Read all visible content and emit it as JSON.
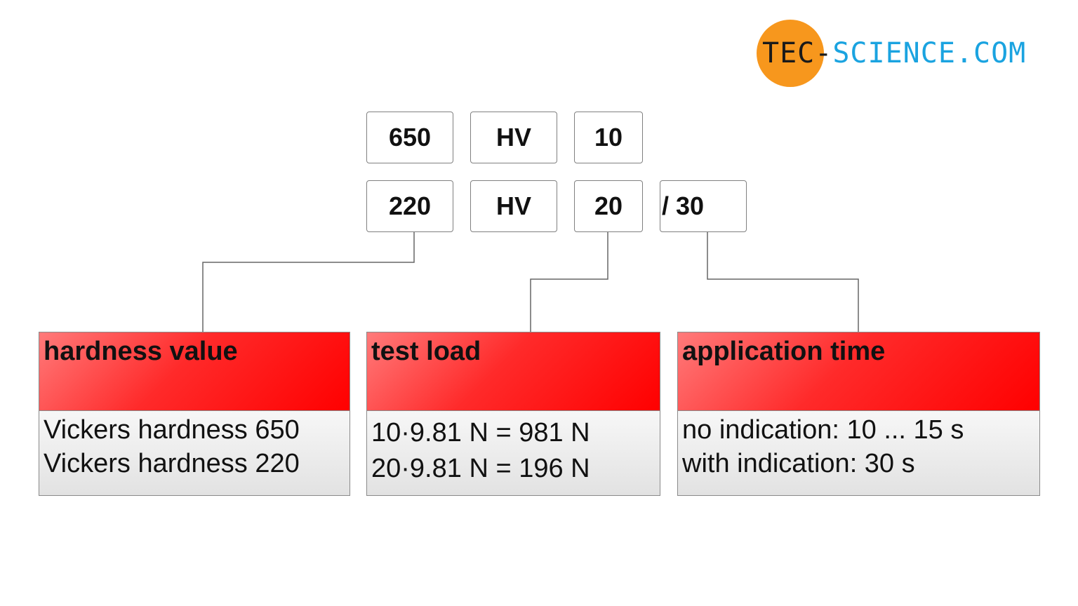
{
  "logo": {
    "part1": "TEC-",
    "part2": "SCIENCE.COM",
    "colors": {
      "circle": "#f7971d",
      "text_dark": "#1a1a1a",
      "text_blue": "#1aa3e0"
    }
  },
  "examples": [
    {
      "value": "650",
      "symbol": "HV",
      "load": "10"
    },
    {
      "value": "220",
      "symbol": "HV",
      "load": "20",
      "time": "/ 30"
    }
  ],
  "panels": [
    {
      "title": "hardness value",
      "lines": [
        "Vickers hardness 650",
        "Vickers hardness 220"
      ]
    },
    {
      "title": "test load",
      "lines": [
        "10·9.81 N = 981 N",
        "20·9.81 N = 196 N"
      ]
    },
    {
      "title": "application time",
      "lines": [
        "no indication: 10 ... 15 s",
        "with indication: 30 s"
      ]
    }
  ],
  "colors": {
    "header_red": "#ff0000",
    "body_gray": "#e2e2e2",
    "border": "#8a8a8a"
  }
}
